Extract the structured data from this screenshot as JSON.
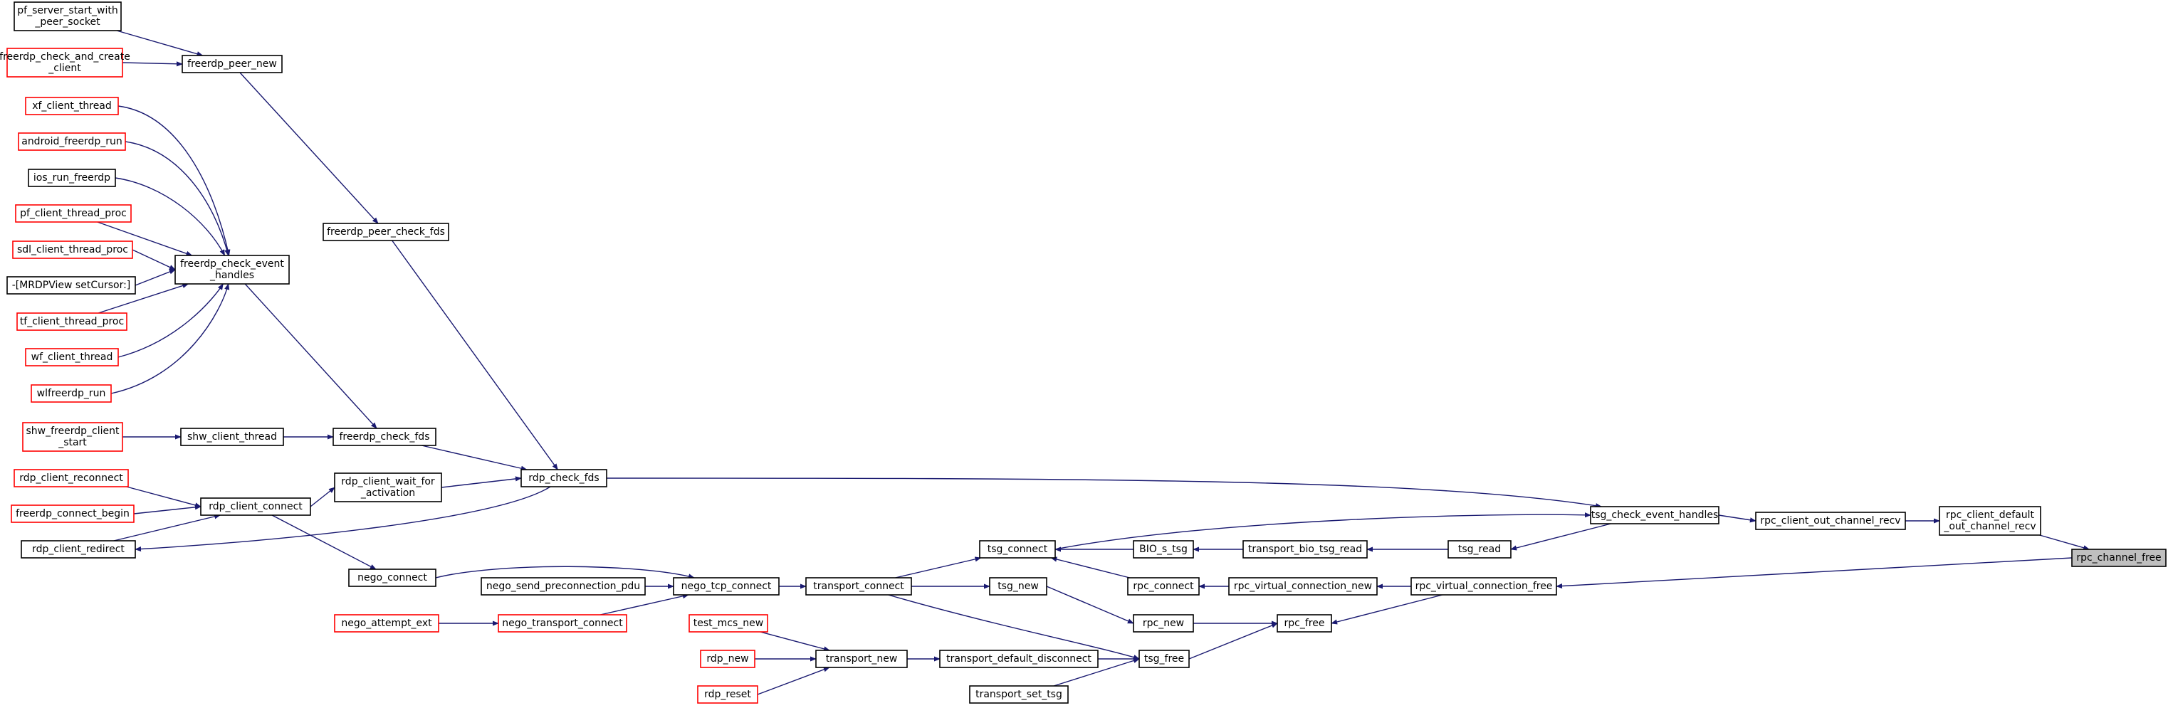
{
  "diagram": {
    "colors": {
      "edge": "#191970",
      "external_border": "#ff0000",
      "normal_border": "#000000",
      "focus_fill": "#bfbfbf"
    },
    "nodes": [
      {
        "id": "pf_start",
        "lines": [
          "pf_server_start_with",
          "_peer_socket"
        ],
        "style": "black"
      },
      {
        "id": "check_create",
        "lines": [
          "freerdp_check_and_create",
          "_client"
        ],
        "style": "red"
      },
      {
        "id": "peer_new",
        "lines": [
          "freerdp_peer_new"
        ],
        "style": "black"
      },
      {
        "id": "xf_thread",
        "lines": [
          "xf_client_thread"
        ],
        "style": "red"
      },
      {
        "id": "android_run",
        "lines": [
          "android_freerdp_run"
        ],
        "style": "red"
      },
      {
        "id": "ios_run",
        "lines": [
          "ios_run_freerdp"
        ],
        "style": "black"
      },
      {
        "id": "pf_thread",
        "lines": [
          "pf_client_thread_proc"
        ],
        "style": "red"
      },
      {
        "id": "sdl_thread",
        "lines": [
          "sdl_client_thread_proc"
        ],
        "style": "red"
      },
      {
        "id": "mrdp",
        "lines": [
          "-[MRDPView setCursor:]"
        ],
        "style": "black"
      },
      {
        "id": "tf_thread",
        "lines": [
          "tf_client_thread_proc"
        ],
        "style": "red"
      },
      {
        "id": "wf_thread",
        "lines": [
          "wf_client_thread"
        ],
        "style": "red"
      },
      {
        "id": "wlf_run",
        "lines": [
          "wlfreerdp_run"
        ],
        "style": "red"
      },
      {
        "id": "check_event",
        "lines": [
          "freerdp_check_event",
          "_handles"
        ],
        "style": "black"
      },
      {
        "id": "peer_check",
        "lines": [
          "freerdp_peer_check_fds"
        ],
        "style": "black"
      },
      {
        "id": "shw_start",
        "lines": [
          "shw_freerdp_client",
          "_start"
        ],
        "style": "red"
      },
      {
        "id": "shw_thread",
        "lines": [
          "shw_client_thread"
        ],
        "style": "black"
      },
      {
        "id": "check_fds",
        "lines": [
          "freerdp_check_fds"
        ],
        "style": "black"
      },
      {
        "id": "rdp_check",
        "lines": [
          "rdp_check_fds"
        ],
        "style": "black"
      },
      {
        "id": "reconnect",
        "lines": [
          "rdp_client_reconnect"
        ],
        "style": "red"
      },
      {
        "id": "connect_begin",
        "lines": [
          "freerdp_connect_begin"
        ],
        "style": "red"
      },
      {
        "id": "redirect",
        "lines": [
          "rdp_client_redirect"
        ],
        "style": "black"
      },
      {
        "id": "client_connect",
        "lines": [
          "rdp_client_connect"
        ],
        "style": "black"
      },
      {
        "id": "wait_act",
        "lines": [
          "rdp_client_wait_for",
          "_activation"
        ],
        "style": "black"
      },
      {
        "id": "nego_connect",
        "lines": [
          "nego_connect"
        ],
        "style": "black"
      },
      {
        "id": "send_pcpdu",
        "lines": [
          "nego_send_preconnection_pdu"
        ],
        "style": "black"
      },
      {
        "id": "attempt_ext",
        "lines": [
          "nego_attempt_ext"
        ],
        "style": "red"
      },
      {
        "id": "nego_transport",
        "lines": [
          "nego_transport_connect"
        ],
        "style": "red"
      },
      {
        "id": "nego_tcp",
        "lines": [
          "nego_tcp_connect"
        ],
        "style": "black"
      },
      {
        "id": "transport_connect",
        "lines": [
          "transport_connect"
        ],
        "style": "black"
      },
      {
        "id": "test_mcs",
        "lines": [
          "test_mcs_new"
        ],
        "style": "red"
      },
      {
        "id": "rdp_new",
        "lines": [
          "rdp_new"
        ],
        "style": "red"
      },
      {
        "id": "rdp_reset",
        "lines": [
          "rdp_reset"
        ],
        "style": "red"
      },
      {
        "id": "transport_new",
        "lines": [
          "transport_new"
        ],
        "style": "black"
      },
      {
        "id": "tdd",
        "lines": [
          "transport_default_disconnect"
        ],
        "style": "black"
      },
      {
        "id": "set_tsg",
        "lines": [
          "transport_set_tsg"
        ],
        "style": "black"
      },
      {
        "id": "tsg_connect",
        "lines": [
          "tsg_connect"
        ],
        "style": "black"
      },
      {
        "id": "tsg_new",
        "lines": [
          "tsg_new"
        ],
        "style": "black"
      },
      {
        "id": "bio_tsg",
        "lines": [
          "BIO_s_tsg"
        ],
        "style": "black"
      },
      {
        "id": "rpc_connect",
        "lines": [
          "rpc_connect"
        ],
        "style": "black"
      },
      {
        "id": "rpc_new",
        "lines": [
          "rpc_new"
        ],
        "style": "black"
      },
      {
        "id": "tsg_free",
        "lines": [
          "tsg_free"
        ],
        "style": "black"
      },
      {
        "id": "bio_read",
        "lines": [
          "transport_bio_tsg_read"
        ],
        "style": "black"
      },
      {
        "id": "rvc_new",
        "lines": [
          "rpc_virtual_connection_new"
        ],
        "style": "black"
      },
      {
        "id": "rpc_free",
        "lines": [
          "rpc_free"
        ],
        "style": "black"
      },
      {
        "id": "tsg_read",
        "lines": [
          "tsg_read"
        ],
        "style": "black"
      },
      {
        "id": "tsg_events",
        "lines": [
          "tsg_check_event_handles"
        ],
        "style": "black"
      },
      {
        "id": "rvc_free",
        "lines": [
          "rpc_virtual_connection_free"
        ],
        "style": "black"
      },
      {
        "id": "out_recv",
        "lines": [
          "rpc_client_out_channel_recv"
        ],
        "style": "black"
      },
      {
        "id": "default_recv",
        "lines": [
          "rpc_client_default",
          "_out_channel_recv"
        ],
        "style": "black"
      },
      {
        "id": "channel_free",
        "lines": [
          "rpc_channel_free"
        ],
        "style": "grey"
      }
    ],
    "edges": [
      [
        "pf_start",
        "peer_new"
      ],
      [
        "check_create",
        "peer_new"
      ],
      [
        "peer_new",
        "peer_check"
      ],
      [
        "xf_thread",
        "check_event"
      ],
      [
        "android_run",
        "check_event"
      ],
      [
        "ios_run",
        "check_event"
      ],
      [
        "pf_thread",
        "check_event"
      ],
      [
        "sdl_thread",
        "check_event"
      ],
      [
        "mrdp",
        "check_event"
      ],
      [
        "tf_thread",
        "check_event"
      ],
      [
        "wf_thread",
        "check_event"
      ],
      [
        "wlf_run",
        "check_event"
      ],
      [
        "check_event",
        "check_fds"
      ],
      [
        "shw_start",
        "shw_thread"
      ],
      [
        "shw_thread",
        "check_fds"
      ],
      [
        "peer_check",
        "rdp_check"
      ],
      [
        "check_fds",
        "rdp_check"
      ],
      [
        "rdp_check",
        "tsg_events"
      ],
      [
        "wait_act",
        "rdp_check"
      ],
      [
        "rdp_check",
        "redirect"
      ],
      [
        "reconnect",
        "client_connect"
      ],
      [
        "connect_begin",
        "client_connect"
      ],
      [
        "redirect",
        "client_connect"
      ],
      [
        "client_connect",
        "wait_act"
      ],
      [
        "client_connect",
        "nego_connect"
      ],
      [
        "nego_connect",
        "nego_tcp"
      ],
      [
        "send_pcpdu",
        "nego_tcp"
      ],
      [
        "nego_transport",
        "nego_tcp"
      ],
      [
        "attempt_ext",
        "nego_transport"
      ],
      [
        "nego_tcp",
        "transport_connect"
      ],
      [
        "transport_connect",
        "tsg_connect"
      ],
      [
        "transport_connect",
        "tsg_new"
      ],
      [
        "transport_connect",
        "tsg_free"
      ],
      [
        "test_mcs",
        "transport_new"
      ],
      [
        "rdp_new",
        "transport_new"
      ],
      [
        "rdp_reset",
        "transport_new"
      ],
      [
        "transport_new",
        "tdd"
      ],
      [
        "tdd",
        "tsg_free"
      ],
      [
        "set_tsg",
        "tsg_free"
      ],
      [
        "tsg_connect",
        "tsg_events"
      ],
      [
        "bio_tsg",
        "tsg_connect"
      ],
      [
        "rpc_connect",
        "tsg_connect"
      ],
      [
        "tsg_new",
        "rpc_new"
      ],
      [
        "bio_read",
        "bio_tsg"
      ],
      [
        "rvc_new",
        "rpc_connect"
      ],
      [
        "rpc_new",
        "rpc_free"
      ],
      [
        "tsg_free",
        "rpc_free"
      ],
      [
        "tsg_read",
        "bio_read"
      ],
      [
        "tsg_events",
        "tsg_read"
      ],
      [
        "rvc_free",
        "rvc_new"
      ],
      [
        "rvc_free",
        "rpc_free"
      ],
      [
        "tsg_events",
        "out_recv"
      ],
      [
        "out_recv",
        "default_recv"
      ],
      [
        "default_recv",
        "channel_free"
      ],
      [
        "channel_free",
        "rvc_free"
      ]
    ]
  }
}
